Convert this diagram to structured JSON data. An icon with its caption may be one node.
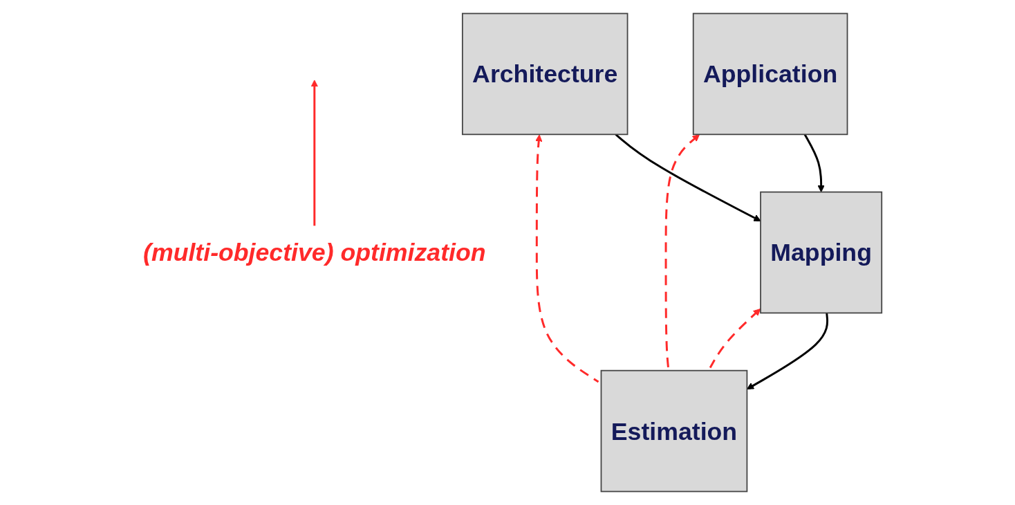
{
  "diagram": {
    "nodes": [
      {
        "text": [
          "Application"
        ]
      },
      {
        "text": [
          "Architecture"
        ]
      },
      {
        "text": [
          "Mapping"
        ]
      },
      {
        "text": [
          "Estimation"
        ]
      },
      {
        "text": [
          "(multi-objective) optimization"
        ]
      }
    ],
    "edges": [
      {
        "from": 0,
        "to": 2,
        "arrow": "to",
        "color": "#000000"
      },
      {
        "from": 1,
        "to": 2,
        "arrow": "to",
        "color": "#000000"
      },
      {
        "from": 2,
        "to": 3,
        "arrow": "to",
        "color": "#000000"
      },
      {
        "from": 3,
        "to": 2,
        "arrow": "to",
        "style": "dashed",
        "color": "#ff2a2a"
      },
      {
        "from": 3,
        "to": 0,
        "arrow": "to",
        "style": "dashed",
        "color": "#ff2a2a"
      },
      {
        "from": 3,
        "to": 1,
        "arrow": "to",
        "style": "dashed",
        "color": "#ff2a2a"
      },
      {
        "from": 4,
        "to": null,
        "arrow": "to",
        "color": "#ff2a2a"
      }
    ]
  }
}
